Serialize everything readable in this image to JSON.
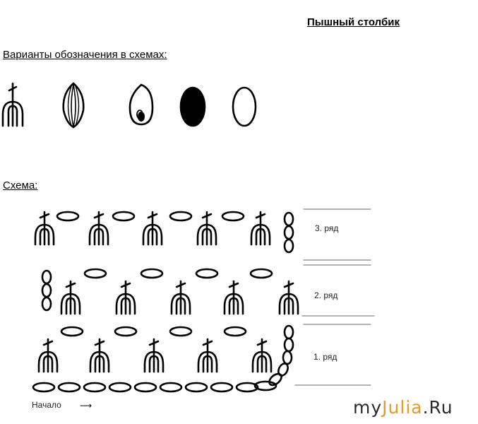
{
  "title": "Пышный столбик",
  "variants_heading": "Варианты обозначения в схемах:",
  "scheme_heading": "Схема:",
  "rows": [
    {
      "label": "3. ряд"
    },
    {
      "label": "2. ряд"
    },
    {
      "label": "1. ряд"
    }
  ],
  "start_label": "Начало",
  "start_arrow": "⟶",
  "logo": {
    "part1": "my",
    "part2": "Julia",
    "part3": ".Ru"
  },
  "colors": {
    "ink": "#000000",
    "rule": "#9a9a9a",
    "logo_accent": "#e59a2b"
  },
  "legend_symbols": [
    "puff-stitch-fan-icon",
    "puff-stitch-leaf-icon",
    "puff-stitch-drop-icon",
    "filled-oval-icon",
    "open-oval-icon"
  ]
}
